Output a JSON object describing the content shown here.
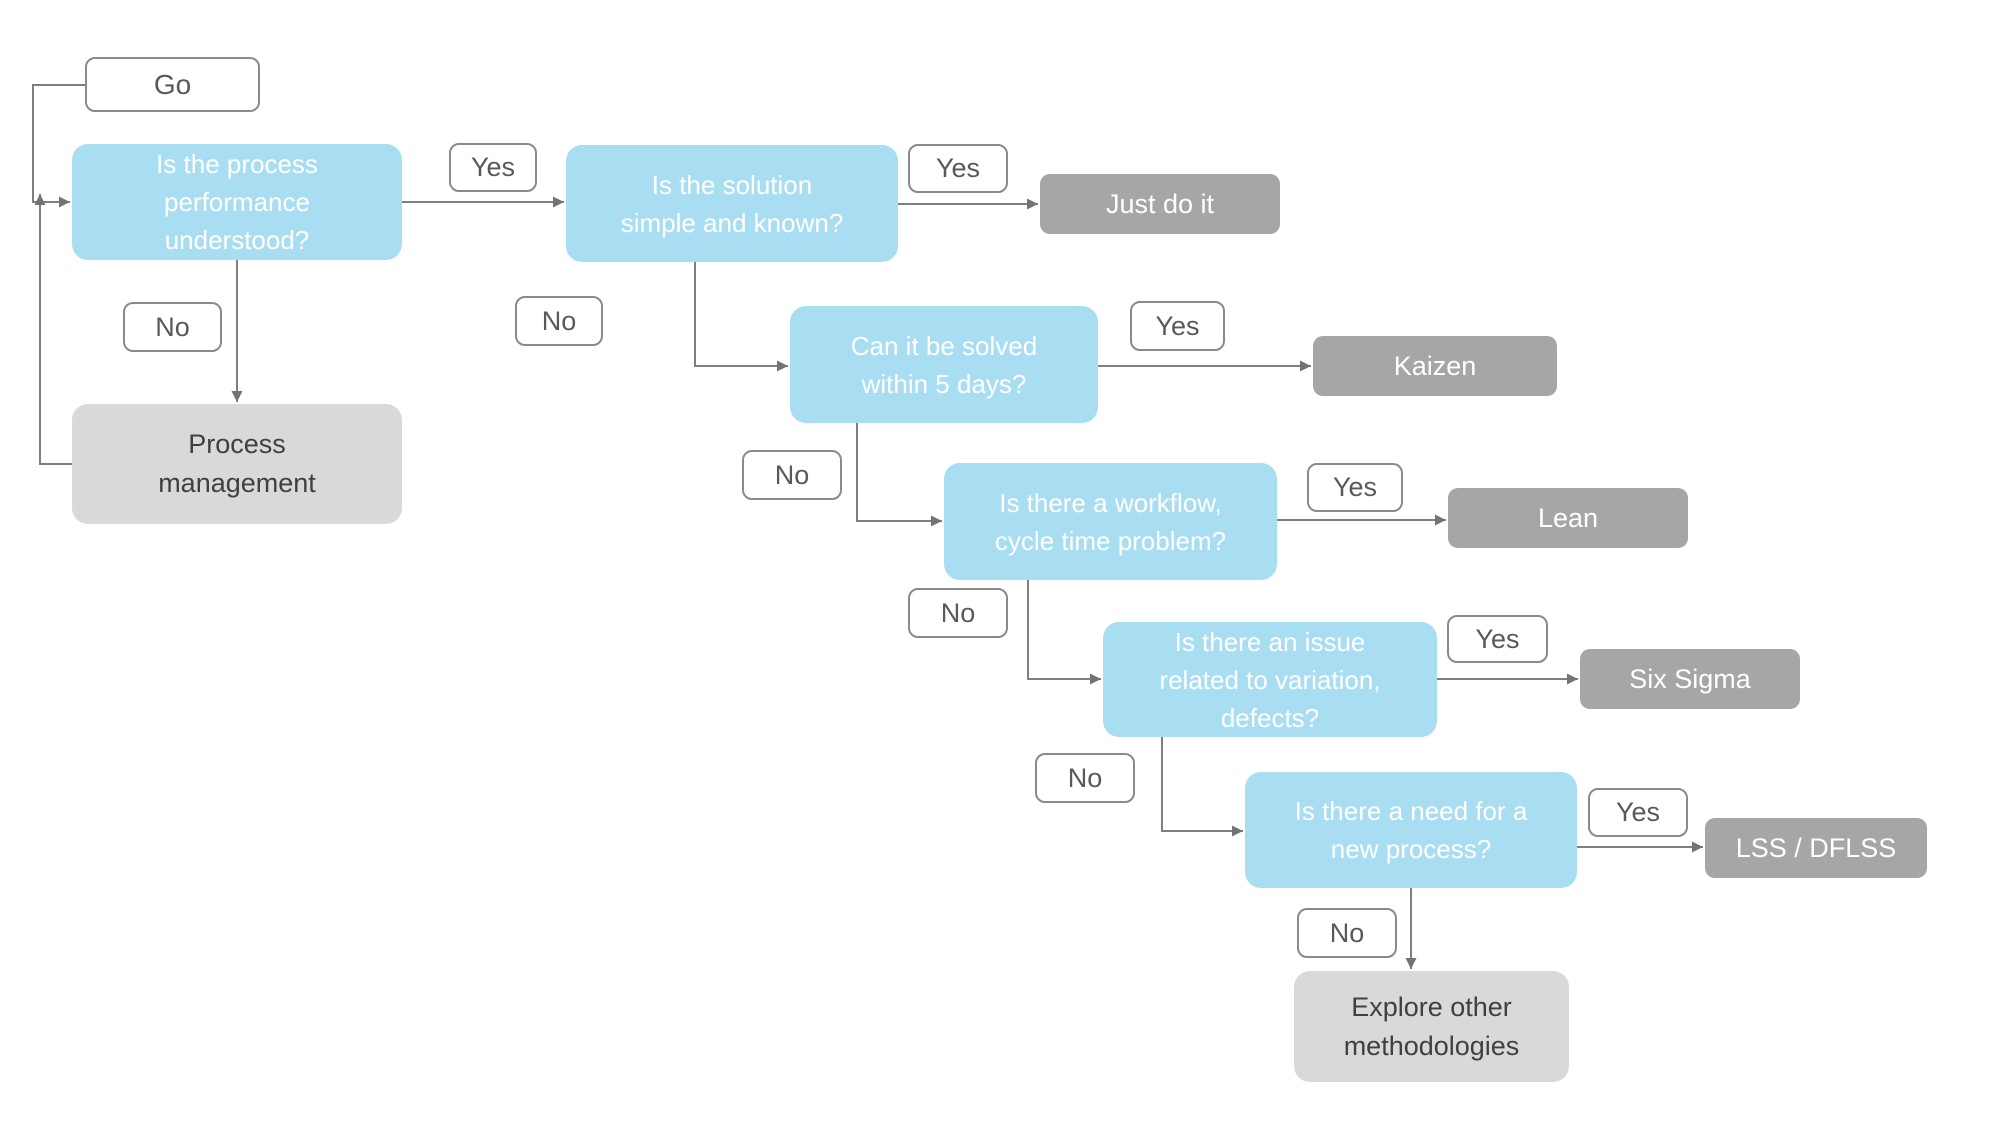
{
  "palette": {
    "background": "#ffffff",
    "question_fill": "#a9ddf1",
    "question_text": "#ffffff",
    "outcome_fill": "#a6a6a6",
    "outcome_text": "#ffffff",
    "terminal_fill": "#d9d9d9",
    "terminal_text": "#404040",
    "label_box_border": "#8a8a8a",
    "label_box_text": "#595959",
    "connector": "#7f7f7f"
  },
  "labels": {
    "yes": "Yes",
    "no": "No"
  },
  "nodes": {
    "start": {
      "label": "Go"
    },
    "q1": {
      "label": "Is the process\nperformance\nunderstood?"
    },
    "q2": {
      "label": "Is the solution\nsimple and known?"
    },
    "q3": {
      "label": "Can it be solved\nwithin 5 days?"
    },
    "q4": {
      "label": "Is there a workflow,\ncycle time problem?"
    },
    "q5": {
      "label": "Is there an issue\nrelated to variation,\ndefects?"
    },
    "q6": {
      "label": "Is there a need for a\nnew process?"
    },
    "just_do_it": {
      "label": "Just do it"
    },
    "kaizen": {
      "label": "Kaizen"
    },
    "lean": {
      "label": "Lean"
    },
    "six_sigma": {
      "label": "Six Sigma"
    },
    "lss_dflss": {
      "label": "LSS / DFLSS"
    },
    "process_management": {
      "label": "Process\nmanagement"
    },
    "explore_other": {
      "label": "Explore other\nmethodologies"
    }
  },
  "edges": [
    {
      "from": "start",
      "to": "q1",
      "label": ""
    },
    {
      "from": "q1",
      "to": "q2",
      "label": "Yes"
    },
    {
      "from": "q1",
      "to": "process_management",
      "label": "No"
    },
    {
      "from": "process_management",
      "to": "q1",
      "label": ""
    },
    {
      "from": "q2",
      "to": "just_do_it",
      "label": "Yes"
    },
    {
      "from": "q2",
      "to": "q3",
      "label": "No"
    },
    {
      "from": "q3",
      "to": "kaizen",
      "label": "Yes"
    },
    {
      "from": "q3",
      "to": "q4",
      "label": "No"
    },
    {
      "from": "q4",
      "to": "lean",
      "label": "Yes"
    },
    {
      "from": "q4",
      "to": "q5",
      "label": "No"
    },
    {
      "from": "q5",
      "to": "six_sigma",
      "label": "Yes"
    },
    {
      "from": "q5",
      "to": "q6",
      "label": "No"
    },
    {
      "from": "q6",
      "to": "lss_dflss",
      "label": "Yes"
    },
    {
      "from": "q6",
      "to": "explore_other",
      "label": "No"
    }
  ]
}
